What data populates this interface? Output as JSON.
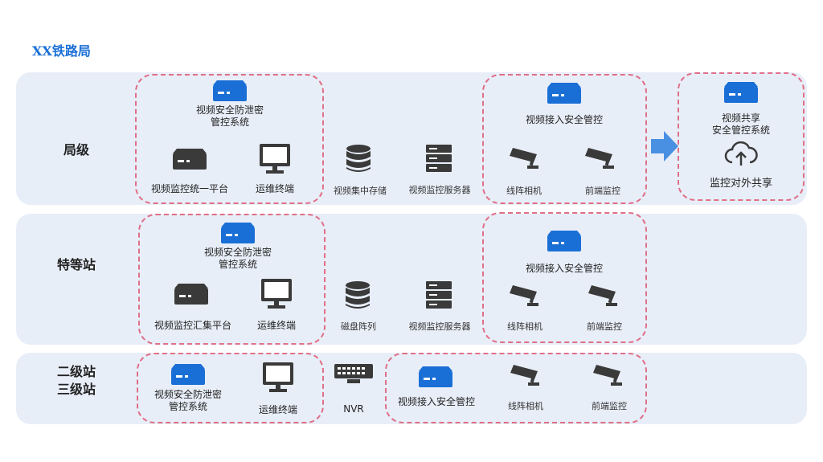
{
  "title": "XX铁路局",
  "rows": {
    "bureau": "局级",
    "special": "特等站",
    "secondary_line1": "二级站",
    "secondary_line2": "三级站"
  },
  "bureau": {
    "secure_system_line1": "视频安全防泄密",
    "secure_system_line2": "管控系统",
    "platform": "视频监控统一平台",
    "ops_terminal": "运维终端",
    "central_storage": "视频集中存储",
    "monitor_server": "视频监控服务器",
    "access_control": "视频接入安全管控",
    "array_camera": "线阵相机",
    "front_monitor": "前端监控"
  },
  "share": {
    "system_line1": "视频共享",
    "system_line2": "安全管控系统",
    "external_share": "监控对外共享"
  },
  "special": {
    "secure_system_line1": "视频安全防泄密",
    "secure_system_line2": "管控系统",
    "platform": "视频监控汇集平台",
    "ops_terminal": "运维终端",
    "disk_array": "磁盘阵列",
    "monitor_server": "视频监控服务器",
    "access_control": "视频接入安全管控",
    "array_camera": "线阵相机",
    "front_monitor": "前端监控"
  },
  "secondary": {
    "secure_system_line1": "视频安全防泄密",
    "secure_system_line2": "管控系统",
    "ops_terminal": "运维终端",
    "nvr": "NVR",
    "access_control": "视频接入安全管控",
    "array_camera": "线阵相机",
    "front_monitor": "前端监控"
  },
  "colors": {
    "accent": "#1a6fd6",
    "dash": "#e06f87",
    "band": "#e8eef8",
    "icon": "#3a3a3a",
    "arrow": "#4a90e2"
  }
}
